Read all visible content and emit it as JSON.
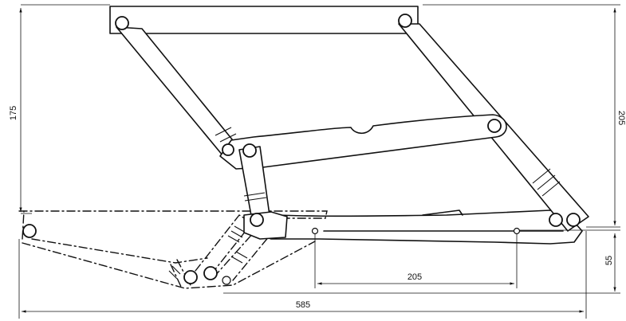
{
  "colors": {
    "ink": "#111111",
    "paper": "#ffffff"
  },
  "dimensions": {
    "left_height": "175",
    "right_height": "205",
    "lower_right_height": "55",
    "pivot_spacing": "205",
    "overall_length": "585"
  }
}
